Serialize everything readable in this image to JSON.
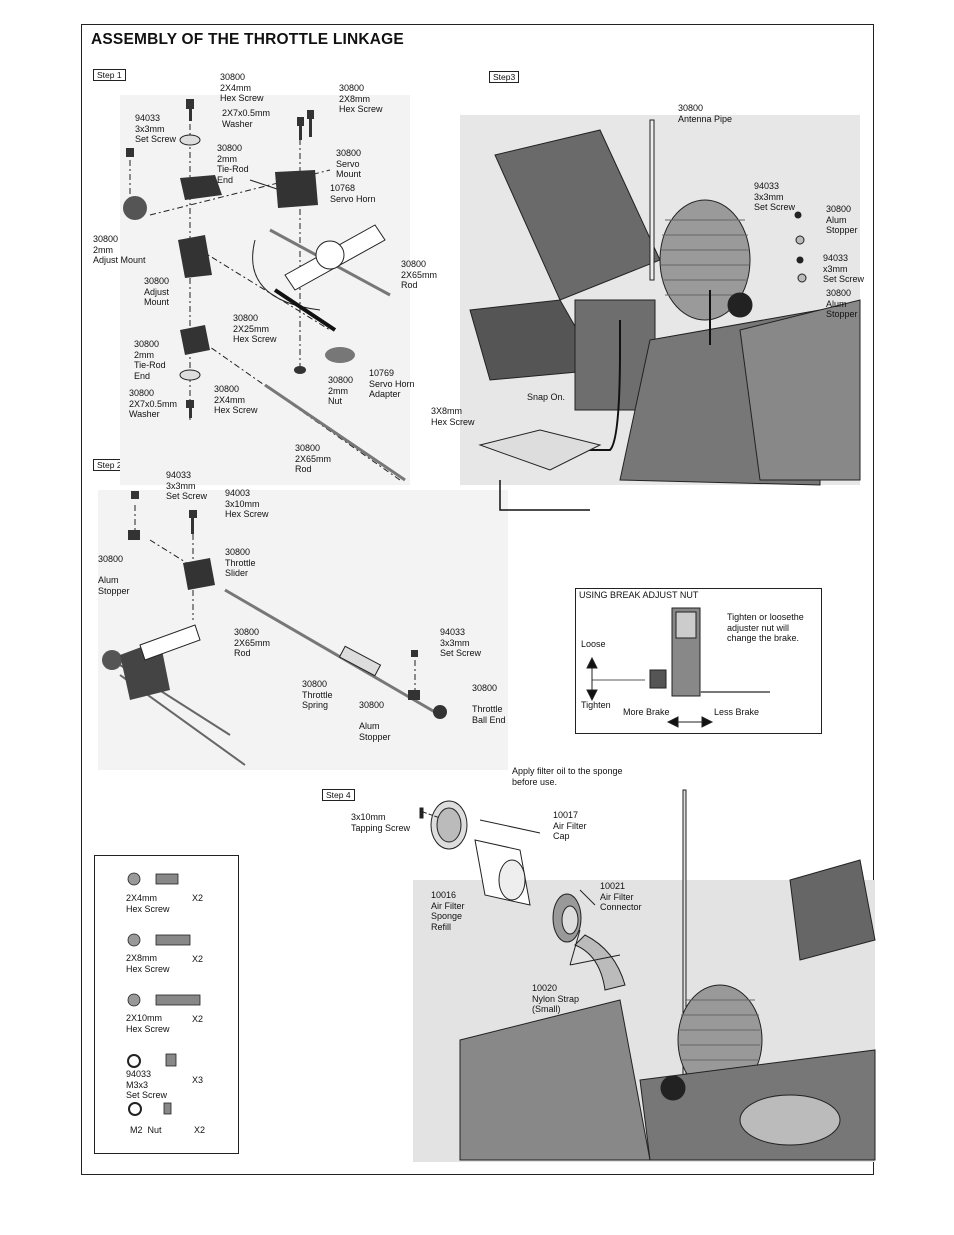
{
  "page": {
    "title": "ASSEMBLY OF THE THROTTLE LINKAGE"
  },
  "steps": {
    "s1": "Step 1",
    "s2": "Step 2",
    "s3": "Step3",
    "s4": "Step 4"
  },
  "step1": {
    "screw_2x4_top": "30800\n2X4mm\nHex Screw",
    "screw_2x8": "30800\n2X8mm\nHex Screw",
    "washer_top": "2X7x0.5mm\nWasher",
    "set_screw": "94033\n3x3mm\nSet Screw",
    "tierod_top": "30800\n2mm\nTie-Rod\nEnd",
    "servo_mount": "30800\nServo\nMount",
    "servo_horn": "10768\nServo Horn",
    "adjust_mount_left": "30800\n2mm\nAdjust Mount",
    "adjust_mount": "30800\nAdjust\nMount",
    "rod_2x65_top": "30800\n2X65mm\nRod",
    "screw_2x25": "30800\n2X25mm\nHex Screw",
    "tierod_bottom": "30800\n2mm\nTie-Rod\nEnd",
    "nut_2mm": "30800\n2mm\nNut",
    "horn_adapter": "10769\nServo Horn\nAdapter",
    "washer_bottom": "30800\n2X7x0.5mm\nWasher",
    "screw_2x4_bottom": "30800\n2X4mm\nHex Screw",
    "rod_2x65_bottom": "30800\n2X65mm\nRod"
  },
  "step2": {
    "set_screw_top": "94033\n3x3mm\nSet Screw",
    "screw_3x10": "94003\n3x10mm\nHex Screw",
    "alum_stopper_left_code": "30800",
    "alum_stopper_left": "Alum\nStopper",
    "throttle_slider": "30800\nThrottle\nSlider",
    "rod_2x65": "30800\n2X65mm\nRod",
    "set_screw_right": "94033\n3x3mm\nSet Screw",
    "throttle_spring": "30800\nThrottle\nSpring",
    "alum_stopper_code": "30800",
    "alum_stopper": "Alum\nStopper",
    "ball_end_code": "30800",
    "ball_end": "Throttle\nBall End"
  },
  "step3": {
    "antenna_pipe": "30800\nAntenna Pipe",
    "set_screw_a": "94033\n3x3mm\nSet Screw",
    "alum_stopper_a": "30800\nAlum\nStopper",
    "set_screw_b": "94033\nx3mm\nSet Screw",
    "alum_stopper_b": "30800\nAlum\nStopper",
    "snap_on": "Snap On.",
    "hex_screw_3x8": "3X8mm\nHex Screw"
  },
  "brake": {
    "title": "USING BREAK ADJUST NUT",
    "note": "Tighten or loosethe\nadjuster nut will\nchange the brake.",
    "loose": "Loose",
    "tighten": "Tighten",
    "more_brake": "More Brake",
    "less_brake": "Less Brake"
  },
  "step4": {
    "apply_oil": "Apply filter oil to the sponge\nbefore use.",
    "tapping_screw": "3x10mm\nTapping Screw",
    "filter_cap": "10017\nAir Filter\nCap",
    "connector": "10021\nAir Filter\nConnector",
    "sponge": "10016\nAir Filter\nSponge\nRefill",
    "nylon_strap": "10020\nNylon Strap\n(Small)"
  },
  "parts_list": [
    {
      "name": "2X4mm\nHex Screw",
      "qty": "X2"
    },
    {
      "name": "2X8mm\nHex Screw",
      "qty": "X2"
    },
    {
      "name": "2X10mm\nHex Screw",
      "qty": "X2"
    },
    {
      "name": "94033\nM3x3\nSet Screw",
      "qty": "X3"
    },
    {
      "name": "M2  Nut",
      "qty": "X2"
    }
  ]
}
